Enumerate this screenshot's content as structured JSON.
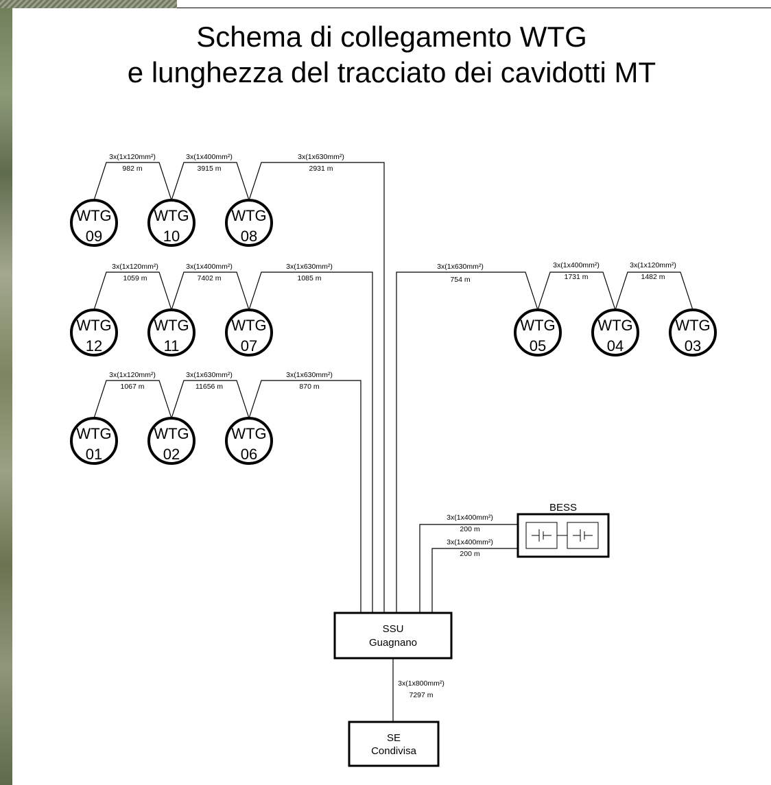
{
  "title": {
    "line1": "Schema di collegamento WTG",
    "line2": "e lunghezza del tracciato dei cavidotti MT"
  },
  "turbines": [
    {
      "id": "09",
      "label": "WTG",
      "num": "09"
    },
    {
      "id": "10",
      "label": "WTG",
      "num": "10"
    },
    {
      "id": "08",
      "label": "WTG",
      "num": "08"
    },
    {
      "id": "12",
      "label": "WTG",
      "num": "12"
    },
    {
      "id": "11",
      "label": "WTG",
      "num": "11"
    },
    {
      "id": "07",
      "label": "WTG",
      "num": "07"
    },
    {
      "id": "01",
      "label": "WTG",
      "num": "01"
    },
    {
      "id": "02",
      "label": "WTG",
      "num": "02"
    },
    {
      "id": "06",
      "label": "WTG",
      "num": "06"
    },
    {
      "id": "05",
      "label": "WTG",
      "num": "05"
    },
    {
      "id": "04",
      "label": "WTG",
      "num": "04"
    },
    {
      "id": "03",
      "label": "WTG",
      "num": "03"
    }
  ],
  "cables": [
    {
      "spec": "3x(1x120mm²)",
      "length": "982 m"
    },
    {
      "spec": "3x(1x400mm²)",
      "length": "3915 m"
    },
    {
      "spec": "3x(1x630mm²)",
      "length": "2931 m"
    },
    {
      "spec": "3x(1x120mm²)",
      "length": "1059 m"
    },
    {
      "spec": "3x(1x400mm²)",
      "length": "7402 m"
    },
    {
      "spec": "3x(1x630mm²)",
      "length": "1085 m"
    },
    {
      "spec": "3x(1x120mm²)",
      "length": "1067 m"
    },
    {
      "spec": "3x(1x630mm²)",
      "length": "11656 m"
    },
    {
      "spec": "3x(1x630mm²)",
      "length": "870 m"
    },
    {
      "spec": "3x(1x630mm²)",
      "length": "754 m"
    },
    {
      "spec": "3x(1x400mm²)",
      "length": "1731 m"
    },
    {
      "spec": "3x(1x120mm²)",
      "length": "1482 m"
    },
    {
      "spec": "3x(1x400mm²)",
      "length": "200 m"
    },
    {
      "spec": "3x(1x400mm²)",
      "length": "200 m"
    },
    {
      "spec": "3x(1x800mm²)",
      "length": "7297 m"
    }
  ],
  "bess": {
    "label": "BESS"
  },
  "ssu": {
    "line1": "SSU",
    "line2": "Guagnano"
  },
  "se": {
    "line1": "SE",
    "line2": "Condivisa"
  }
}
